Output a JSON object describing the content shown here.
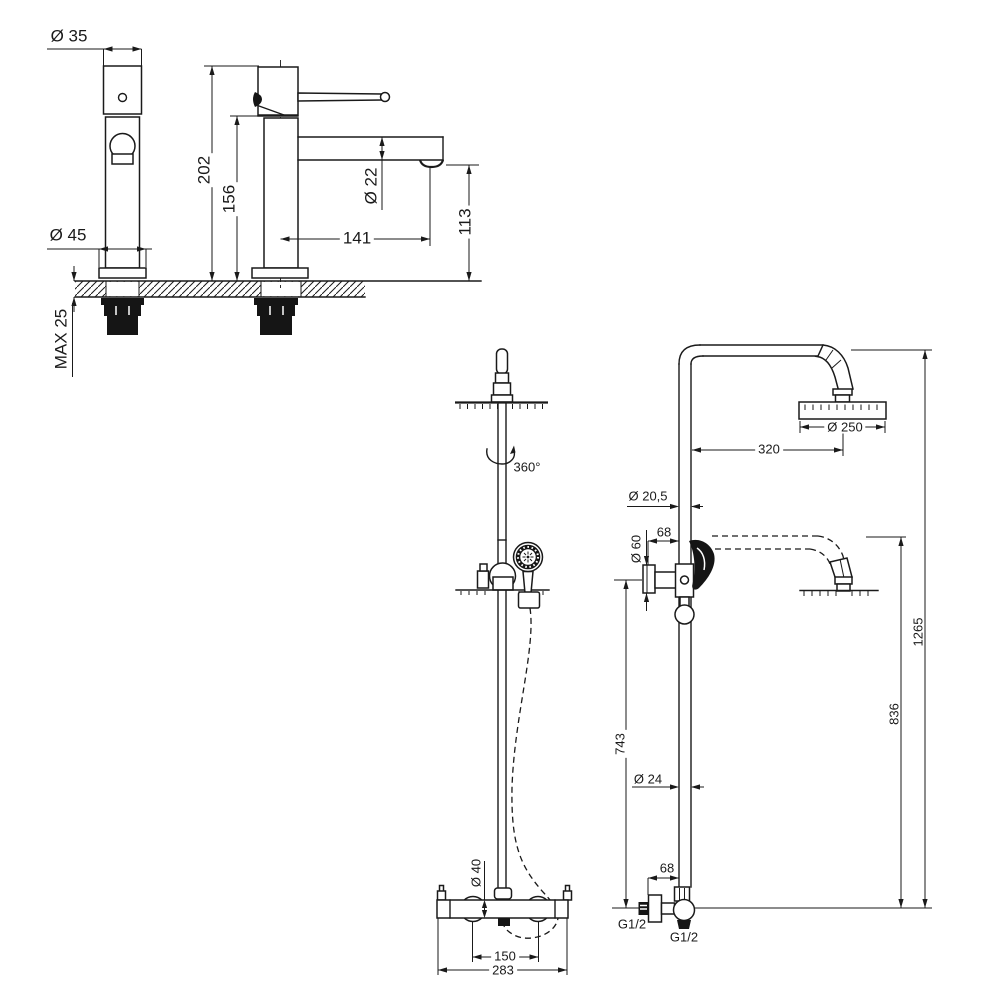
{
  "labels": {
    "basin": {
      "top_diameter": "Ø 35",
      "base_diameter": "Ø 45",
      "max_deck_thickness": "MAX 25",
      "total_height": "202",
      "body_height": "156",
      "spout_diameter": "Ø 22",
      "spout_reach": "141",
      "spout_height": "113"
    },
    "column_front": {
      "swivel_rotation": "360°",
      "mixer_diameter": "Ø 40",
      "inlet_spacing": "150",
      "mixer_width": "283"
    },
    "column_side": {
      "head_diameter": "Ø 250",
      "arm_reach": "320",
      "upper_pipe_diameter": "Ø 20,5",
      "holder_offset": "68",
      "holder_flange_diameter": "Ø 60",
      "rail_length": "743",
      "pipe_diameter": "Ø 24",
      "inlet_offset": "68",
      "wall_connection_thread": "G1/2",
      "hose_outlet_thread": "G1/2",
      "lowered_head_height": "836",
      "total_height": "1265"
    }
  }
}
